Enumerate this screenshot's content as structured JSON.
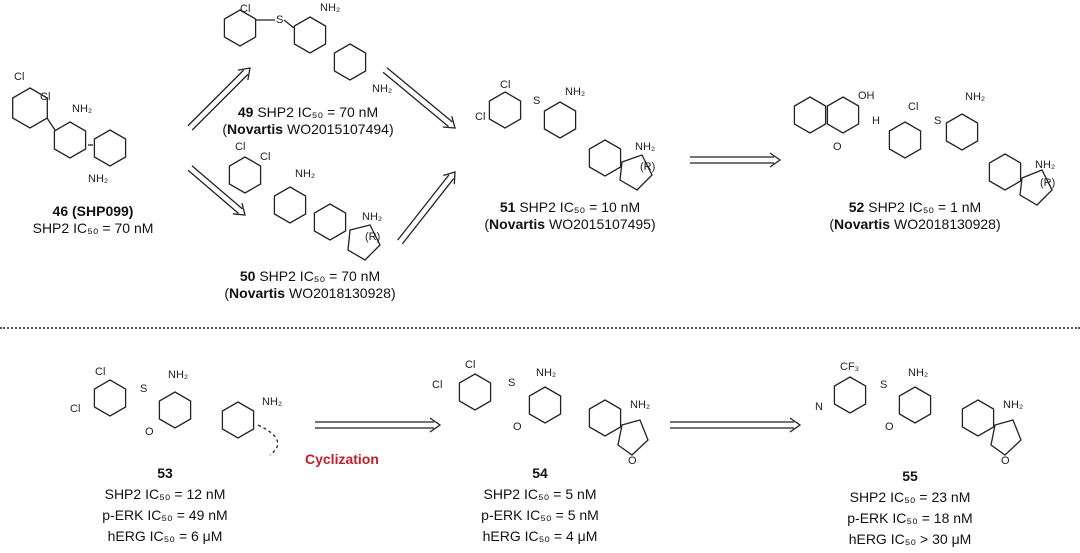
{
  "atoms": {
    "cl": "Cl",
    "nh2": "NH₂",
    "n": "N",
    "s": "S",
    "o": "O",
    "oh": "OH",
    "h": "H",
    "r": "(R)",
    "cf3": "CF₃"
  },
  "compounds": [
    {
      "id": "46",
      "name": "(SHP099)",
      "lines": [
        "SHP2 IC₅₀ =  70 nM"
      ]
    },
    {
      "id": "49",
      "line1": "SHP2 IC₅₀ = 70 nM",
      "source_org": "Novartis",
      "source_patent": "WO2015107494"
    },
    {
      "id": "50",
      "line1": "SHP2 IC₅₀ = 70 nM",
      "source_org": "Novartis",
      "source_patent": "WO2018130928"
    },
    {
      "id": "51",
      "line1": "SHP2 IC₅₀ = 10 nM",
      "source_org": "Novartis",
      "source_patent": "WO2015107495"
    },
    {
      "id": "52",
      "line1": "SHP2 IC₅₀ = 1 nM",
      "source_org": "Novartis",
      "source_patent": "WO2018130928"
    },
    {
      "id": "53",
      "lines": [
        "SHP2 IC₅₀ = 12 nM",
        "p-ERK IC₅₀ = 49 nM",
        "hERG IC₅₀ = 6  μM"
      ]
    },
    {
      "id": "54",
      "lines": [
        "SHP2  IC₅₀  = 5 nM",
        "p-ERK IC₅₀ = 5 nM",
        "hERG  IC₅₀ = 4 μM"
      ]
    },
    {
      "id": "55",
      "lines": [
        "SHP2 IC₅₀  = 23 nM",
        "p-ERK IC₅₀ = 18 nM",
        "hERG IC₅₀  > 30 μM"
      ]
    }
  ],
  "annotation": {
    "cyclization": "Cyclization",
    "color": "#c0202a"
  }
}
